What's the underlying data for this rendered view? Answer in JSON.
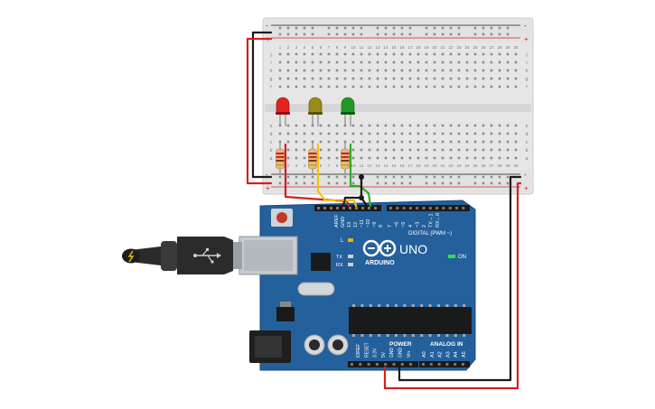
{
  "breadboard": {
    "rail_minus": "-",
    "rail_plus": "+",
    "row_letters_top": [
      "j",
      "i",
      "h",
      "g",
      "f"
    ],
    "row_letters_bottom": [
      "e",
      "d",
      "c",
      "b",
      "a"
    ],
    "column_numbers": [
      "1",
      "2",
      "3",
      "4",
      "5",
      "6",
      "7",
      "8",
      "9",
      "10",
      "11",
      "12",
      "13",
      "14",
      "15",
      "16",
      "17",
      "18",
      "19",
      "20",
      "21",
      "22",
      "23",
      "24",
      "25",
      "26",
      "27",
      "28",
      "29",
      "30"
    ]
  },
  "leds": [
    {
      "name": "red-led",
      "color": "#e52222",
      "dark": "#8c1010"
    },
    {
      "name": "yellow-led",
      "color": "#9a8a1a",
      "dark": "#5a500c"
    },
    {
      "name": "green-led",
      "color": "#1f9a28",
      "dark": "#0f5a14"
    }
  ],
  "wires": {
    "red": "#d42020",
    "black": "#1a1a1a",
    "yellow": "#f2c300",
    "green": "#2faa2f",
    "orange": "#f08a1c"
  },
  "board": {
    "color": "#24609b",
    "logo": "UNO",
    "brand": "ARDUINO",
    "digital_label": "DIGITAL (PWM ~)",
    "power_label": "POWER",
    "analog_label": "ANALOG IN",
    "on_label": "ON",
    "l_label": "L",
    "tx_label": "TX",
    "rx_label": "RX",
    "aref_label": "AREF",
    "gnd_label": "GND",
    "digital_pins": [
      "13",
      "12",
      "~11",
      "~10",
      "~9",
      "8",
      "7",
      "~6",
      "~5",
      "4",
      "~3",
      "2",
      "TX→1",
      "RX←0"
    ],
    "power_pins": [
      "IOREF",
      "RESET",
      "3.3V",
      "5V",
      "GND",
      "GND",
      "Vin"
    ],
    "analog_pins": [
      "A0",
      "A1",
      "A2",
      "A3",
      "A4",
      "A5"
    ]
  },
  "usb": {
    "cable_color": "#2b2b2b",
    "plug_color": "#9aa0a6"
  }
}
